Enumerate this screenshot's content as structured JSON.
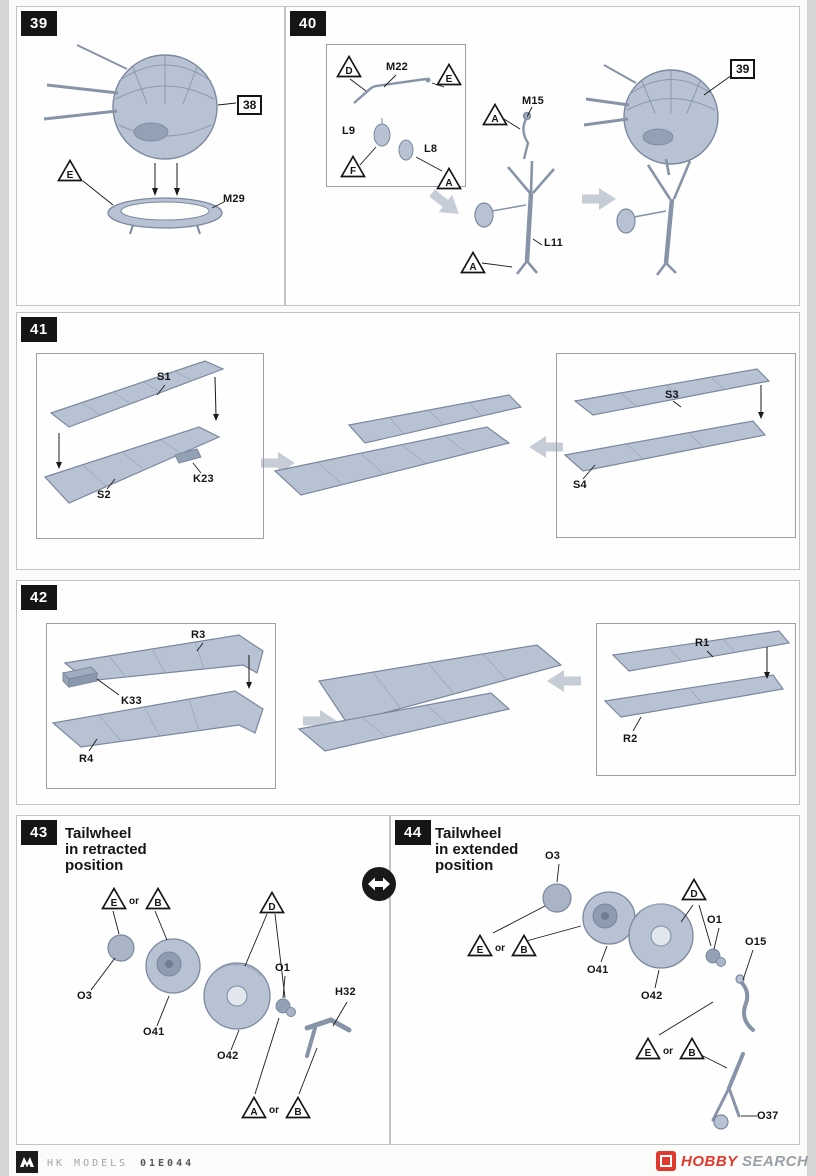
{
  "symbols": {
    "a": "A",
    "b": "B",
    "d": "D",
    "e": "E",
    "f": "F",
    "or": "or"
  },
  "footer": {
    "brand": "HK MODELS",
    "code": "01E044",
    "watermark_word1": "HOBBY",
    "watermark_word2": "SEARCH"
  },
  "steps": {
    "s39": {
      "num": "39",
      "ref": "38",
      "parts": {
        "m29": "M29"
      }
    },
    "s40": {
      "num": "40",
      "ref": "39",
      "parts": {
        "m22": "M22",
        "m15": "M15",
        "l9": "L9",
        "l8": "L8",
        "l11": "L11"
      }
    },
    "s41": {
      "num": "41",
      "parts": {
        "s1": "S1",
        "s2": "S2",
        "k23": "K23",
        "s3": "S3",
        "s4": "S4"
      }
    },
    "s42": {
      "num": "42",
      "parts": {
        "r3": "R3",
        "k33": "K33",
        "r4": "R4",
        "r1": "R1",
        "r2": "R2"
      }
    },
    "s43": {
      "num": "43",
      "title": [
        "Tailwheel",
        "in retracted",
        "position"
      ],
      "parts": {
        "o3": "O3",
        "o41": "O41",
        "o42": "O42",
        "o1": "O1",
        "h32": "H32"
      }
    },
    "s44": {
      "num": "44",
      "title": [
        "Tailwheel",
        "in extended",
        "position"
      ],
      "parts": {
        "o3": "O3",
        "o41": "O41",
        "o42": "O42",
        "o1": "O1",
        "o15": "O15",
        "o37": "O37"
      }
    }
  }
}
